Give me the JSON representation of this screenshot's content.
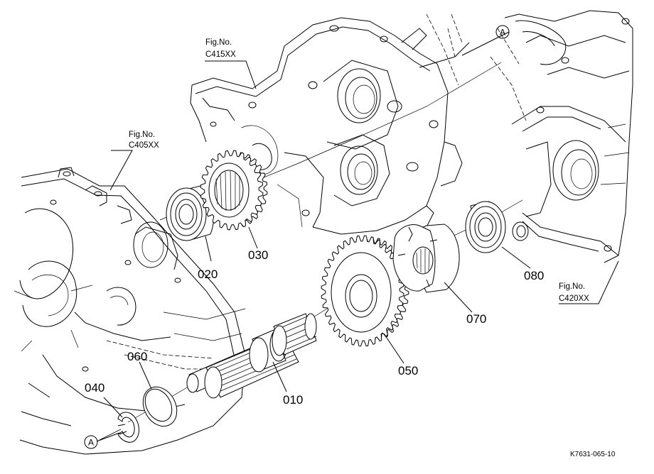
{
  "parts": [
    {
      "id": "p010",
      "number": "010"
    },
    {
      "id": "p020",
      "number": "020"
    },
    {
      "id": "p030",
      "number": "030"
    },
    {
      "id": "p040",
      "number": "040"
    },
    {
      "id": "p050",
      "number": "050"
    },
    {
      "id": "p060",
      "number": "060"
    },
    {
      "id": "p070",
      "number": "070"
    },
    {
      "id": "p080",
      "number": "080"
    }
  ],
  "figure_refs": [
    {
      "id": "c405",
      "label": "Fig.No.",
      "code": "C405XX"
    },
    {
      "id": "c415",
      "label": "Fig.No.",
      "code": "C415XX"
    },
    {
      "id": "c420",
      "label": "Fig.No.",
      "code": "C420XX"
    }
  ],
  "markers": [
    {
      "id": "a_top",
      "letter": "A"
    },
    {
      "id": "a_bottom",
      "letter": "A"
    }
  ],
  "drawing_code": "K7631-065-10"
}
